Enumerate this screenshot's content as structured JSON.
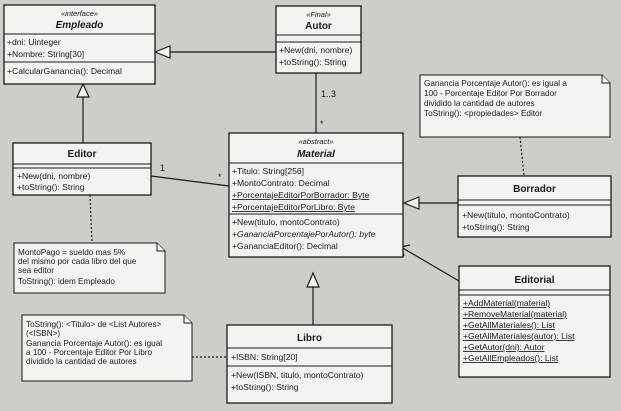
{
  "classes": {
    "empleado": {
      "stereotype": "«interface»",
      "name": "Empleado",
      "attributes": [
        "+dni: Uinteger",
        "+Nombre: String[30]"
      ],
      "operations": [
        "+CalcularGanancia(): Decimal"
      ]
    },
    "autor": {
      "stereotype": "«Final»",
      "name": "Autor",
      "operations": [
        "+New(dni, nombre)",
        "+toString(): String"
      ]
    },
    "editor": {
      "name": "Editor",
      "operations": [
        "+New(dni, nombre)",
        "+toString(): String"
      ]
    },
    "material": {
      "stereotype": "«abstract»",
      "name": "Material",
      "attributes": [
        "+Titulo: String[256]",
        "+MontoContrato: Decimal",
        "+PorcentajeEditorPorBorrador: Byte",
        "+PorcentajeEditorPorLibro: Byte"
      ],
      "operations": [
        "+New(titulo, montoContrato)",
        "+GananciaPorcentajePorAutor(): byte",
        "+GananciaEditor(): Decimal"
      ]
    },
    "borrador": {
      "name": "Borrador",
      "operations": [
        "+New(titulo, montoContrato)",
        "+toString(): String"
      ]
    },
    "editorial": {
      "name": "Editorial",
      "operations": [
        "+AddMaterial(material)",
        "+RemoveMaterial(material)",
        "+GetAllMateriales(): List",
        "+GetAllMateriales(autor): List",
        "+GetAutor(dni): Autor",
        "+GetAllEmpleados(): List"
      ]
    },
    "libro": {
      "name": "Libro",
      "attributes": [
        "+ISBN: String[20]"
      ],
      "operations": [
        "+New(ISBN, titulo, montoContrato)",
        "+toString(): String"
      ]
    }
  },
  "notes": {
    "borrador_note": [
      "Ganancia Porcentaje Autor(): es igual a",
      "100 - Porcentaje Editor Por Borrador",
      "dividido la cantidad de autores",
      "ToString(): <propiedades> Editor"
    ],
    "editor_note": [
      "MontoPago = sueldo mas 5%",
      "del mismo por cada libro del que",
      "sea editor",
      "ToString(): idem Empleado"
    ],
    "libro_note": [
      "ToString(): <Titulo> de <List Autores>",
      "(<ISBN>)",
      "Ganancia Porcentaje Autor(): es igual",
      "a 100 - Porcentaje Editor Por Libro",
      "dividido la cantidad de autores"
    ]
  },
  "multiplicities": {
    "autor_material": "1..3",
    "autor_material_end": "*",
    "editor_material": "1",
    "editor_material_end": "*"
  }
}
